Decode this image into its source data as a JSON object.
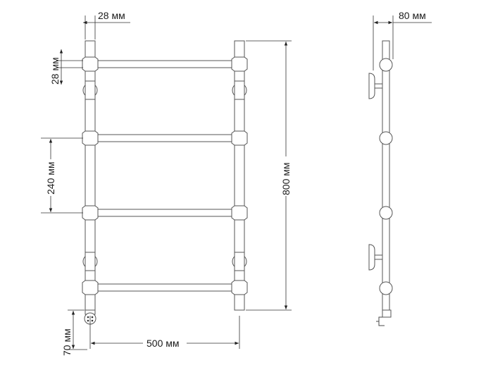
{
  "dimensions": {
    "tube_diameter": "28 мм",
    "bar_diameter": "28 мм",
    "bar_spacing": "240 мм",
    "total_height": "800 мм",
    "width_between_posts": "500 мм",
    "bottom_offset": "70 мм",
    "wall_depth": "80 мм"
  },
  "colors": {
    "line": "#4a4a4a",
    "text": "#1a1a1a"
  }
}
